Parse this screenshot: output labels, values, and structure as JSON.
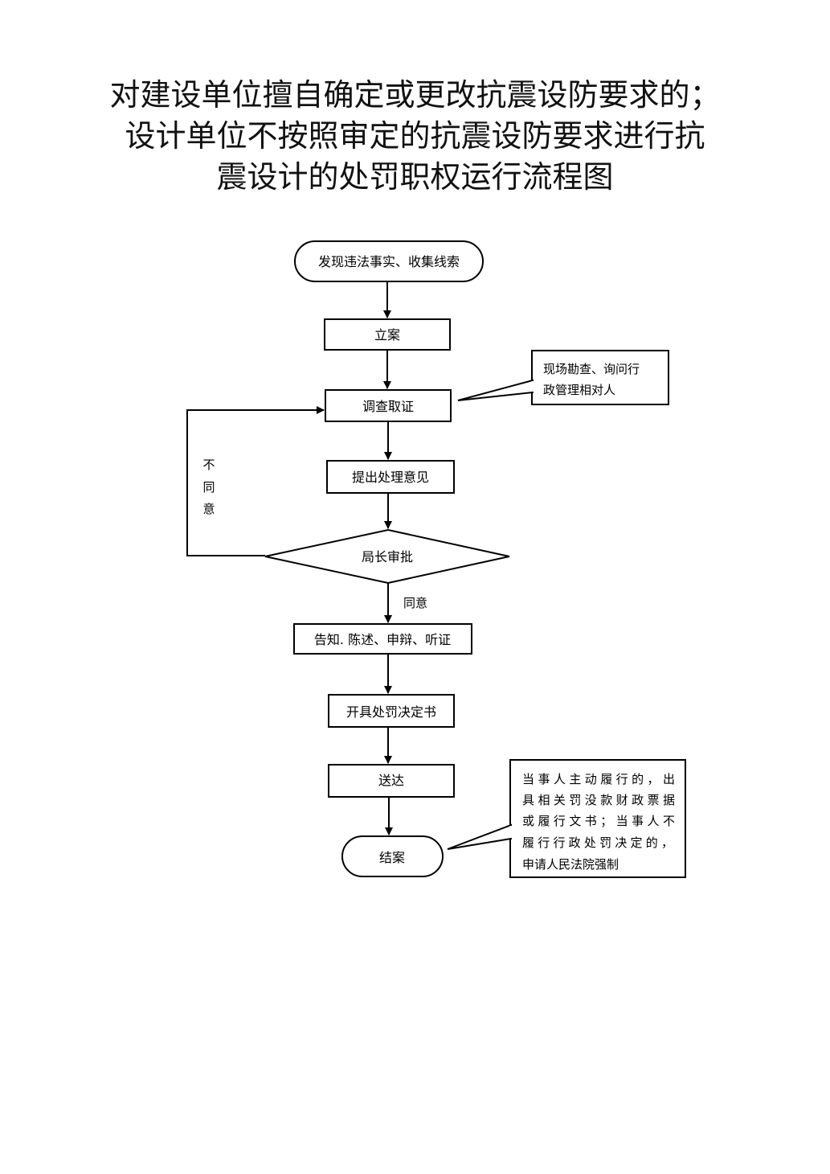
{
  "title": {
    "line1": "对建设单位擅自确定或更改抗震设防要求的；",
    "line2": "设计单位不按照审定的抗震设防要求进行抗",
    "line3": "震设计的处罚职权运行流程图"
  },
  "flow": {
    "start": "发现违法事实、收集线索",
    "filing": "立案",
    "investigate": "调查取证",
    "opinion": "提出处理意见",
    "approval": "局长审批",
    "notify": "告知. 陈述、申辩、听证",
    "decision": "开具处罚决定书",
    "deliver": "送达",
    "close": "结案",
    "disagree_label": [
      "不",
      "同",
      "意"
    ],
    "agree_label": "同意"
  },
  "notes": {
    "investigate_note": [
      "现场勘查、询问行",
      "政管理相对人"
    ],
    "close_note": [
      "当事人主动履行的，出",
      "具相关罚没款财政票据",
      "或履行文书；当事人不",
      "履行行政处罚决定的，",
      "申请人民法院强制"
    ]
  }
}
